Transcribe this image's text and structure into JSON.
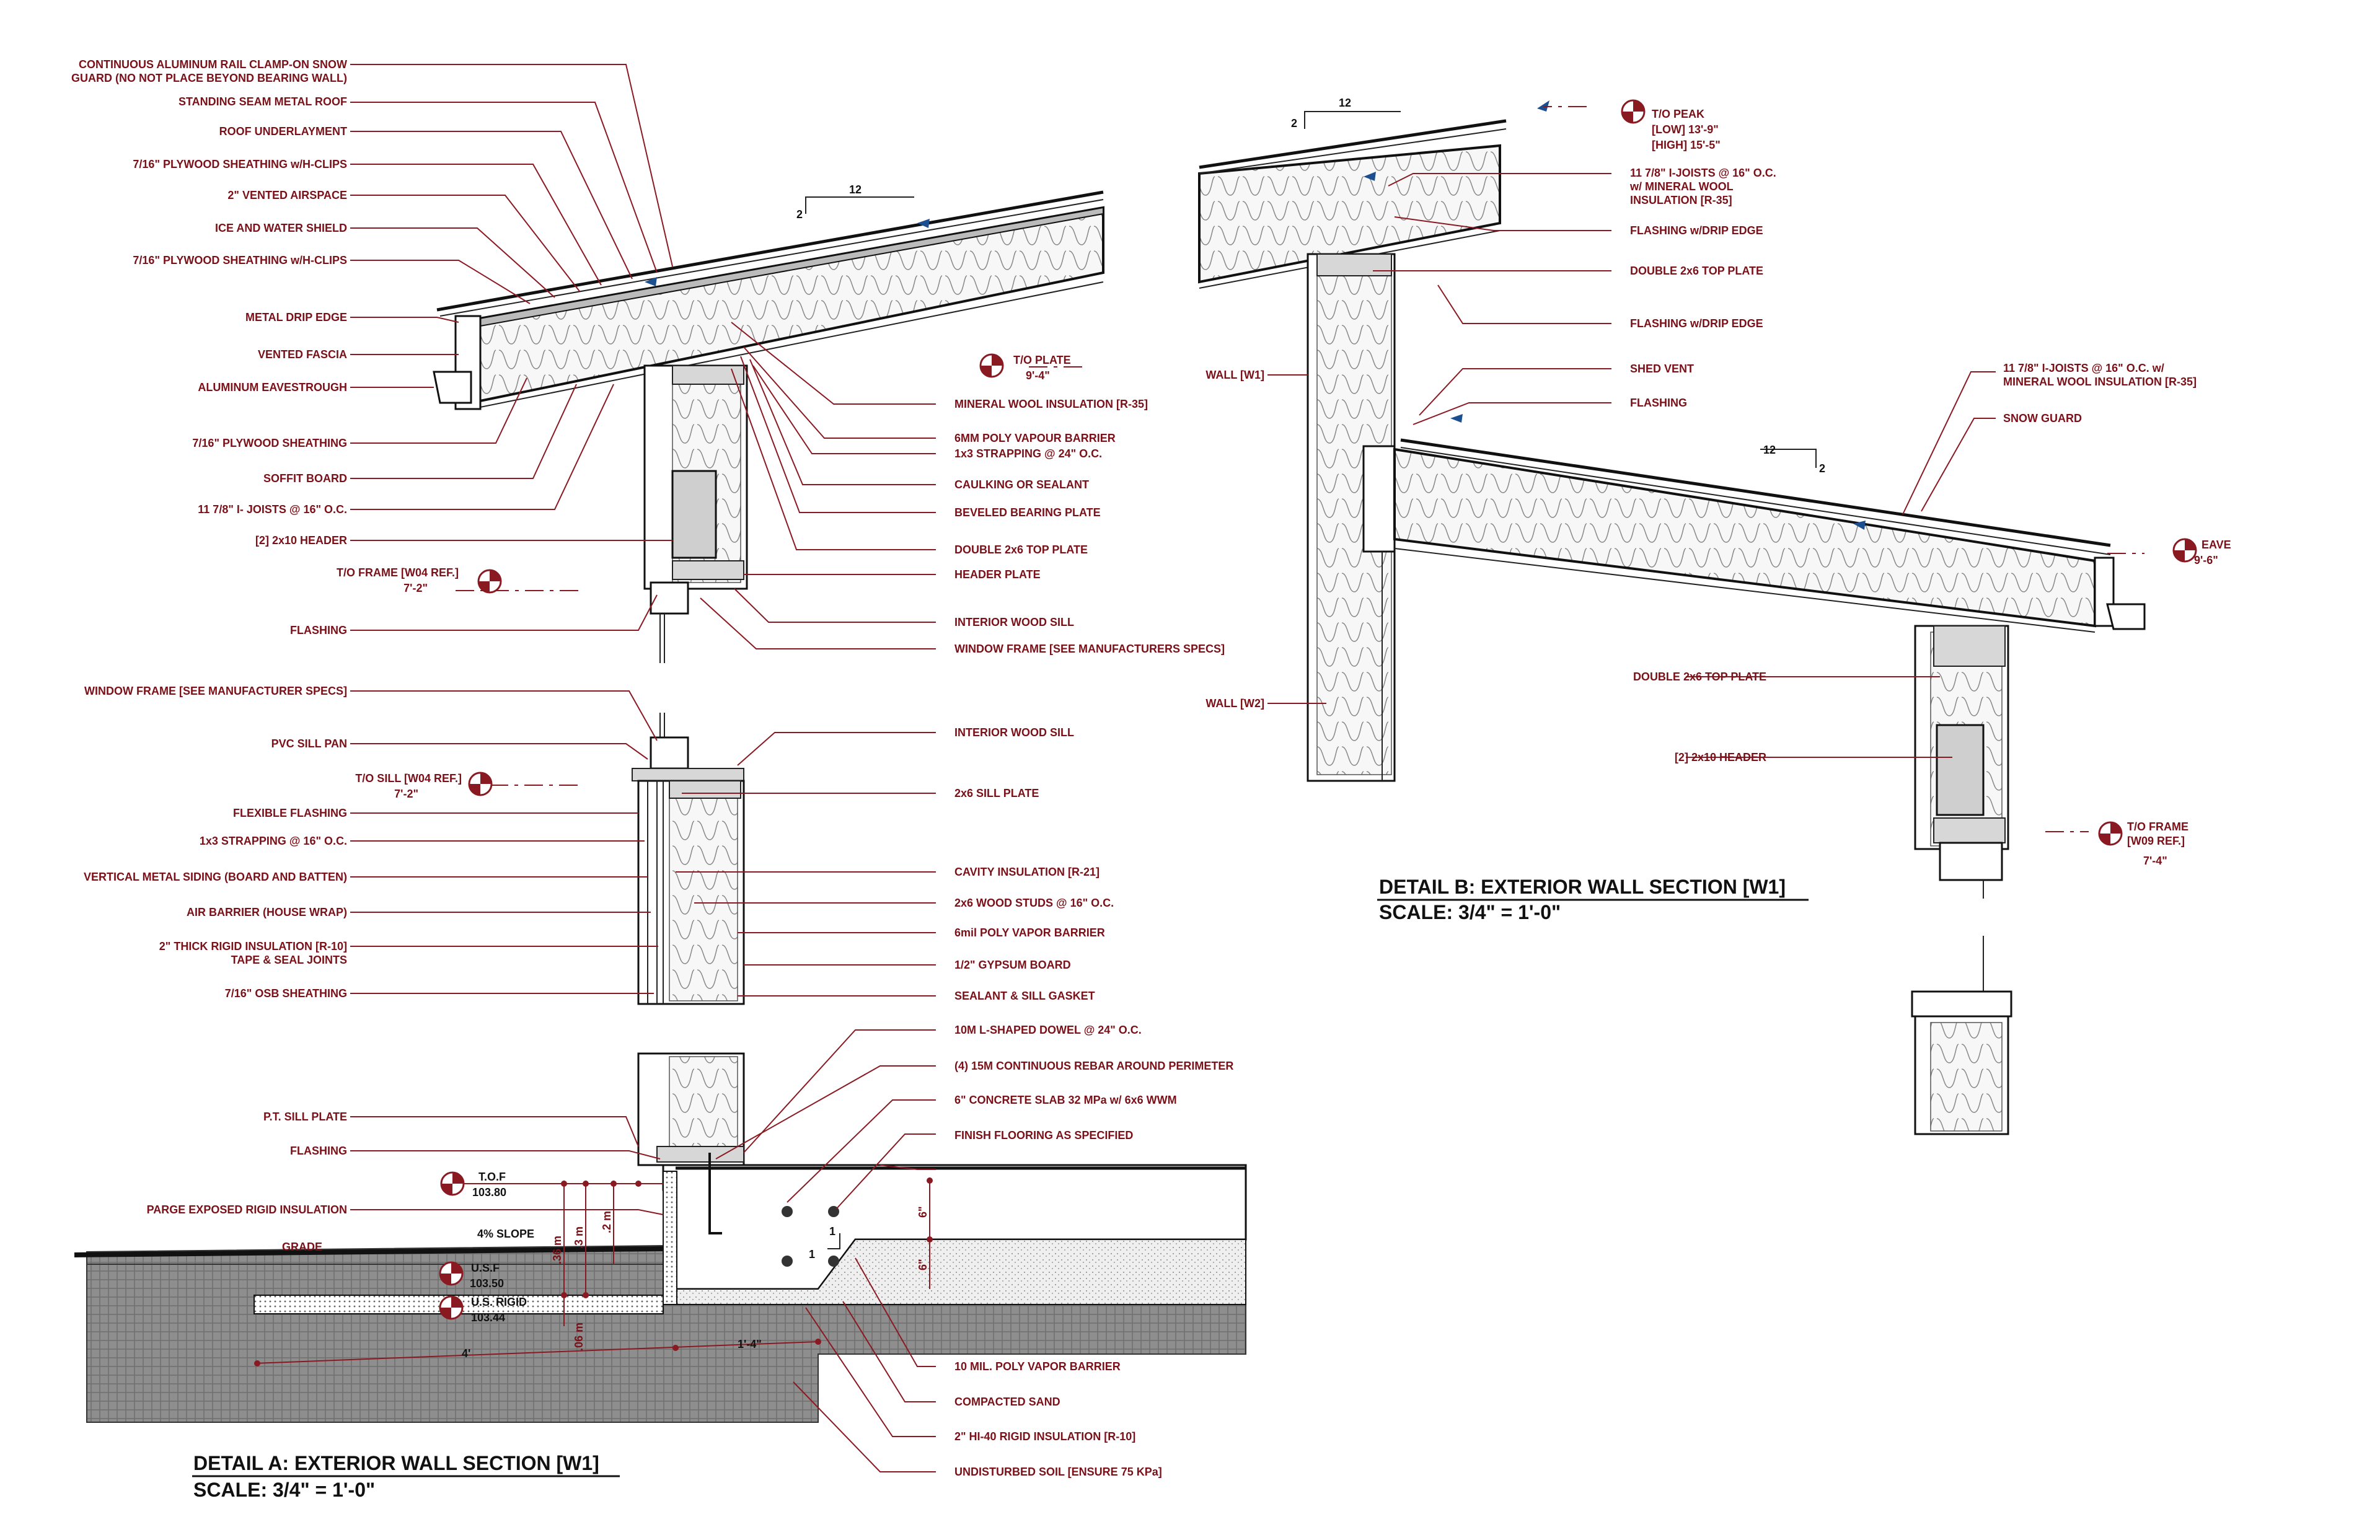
{
  "detail_a": {
    "title": "DETAIL A: EXTERIOR WALL SECTION [W1]",
    "scale": "SCALE: 3/4\" = 1'-0\"",
    "roof_labels_left": [
      "CONTINUOUS ALUMINUM RAIL CLAMP-ON SNOW",
      "GUARD (NO NOT PLACE BEYOND BEARING WALL)",
      "STANDING SEAM METAL ROOF",
      "ROOF UNDERLAYMENT",
      "7/16\" PLYWOOD SHEATHING w/H-CLIPS",
      "2\" VENTED AIRSPACE",
      "ICE AND WATER SHIELD",
      "7/16\" PLYWOOD SHEATHING w/H-CLIPS",
      "METAL DRIP EDGE",
      "VENTED FASCIA",
      "ALUMINUM EAVESTROUGH",
      "7/16\" PLYWOOD SHEATHING",
      "SOFFIT BOARD",
      "11 7/8\" I- JOISTS @ 16\" O.C.",
      "[2] 2x10 HEADER"
    ],
    "frame_ref": {
      "label": "T/O FRAME [W04 REF.]",
      "value": "7'-2\""
    },
    "flashing_upper": "FLASHING",
    "roof_labels_right": [
      "MINERAL WOOL INSULATION [R-35]",
      "6MM POLY VAPOUR BARRIER",
      "1x3 STRAPPING @ 24\" O.C.",
      "CAULKING OR SEALANT",
      "BEVELED BEARING PLATE",
      "DOUBLE 2x6 TOP PLATE",
      "HEADER PLATE",
      "INTERIOR WOOD SILL",
      "WINDOW FRAME [SEE MANUFACTURERS SPECS]"
    ],
    "top_plate": {
      "label": "T/O PLATE",
      "value": "9'-4\""
    },
    "slope_top": {
      "rise": "2",
      "run": "12"
    },
    "wall_labels_left": [
      "WINDOW FRAME [SEE MANUFACTURER SPECS]",
      "PVC SILL PAN",
      "FLEXIBLE FLASHING",
      "1x3 STRAPPING @ 16\" O.C.",
      "VERTICAL METAL SIDING (BOARD AND BATTEN)",
      "AIR BARRIER (HOUSE WRAP)",
      "2\" THICK RIGID INSULATION [R-10]",
      "TAPE & SEAL JOINTS",
      "7/16\" OSB SHEATHING"
    ],
    "sill_ref": {
      "label": "T/O SILL [W04 REF.]",
      "value": "7'-2\""
    },
    "wall_labels_right": [
      "INTERIOR WOOD SILL",
      "2x6 SILL PLATE",
      "CAVITY INSULATION [R-21]",
      "2x6 WOOD STUDS @ 16\" O.C.",
      "6mil POLY VAPOR BARRIER",
      "1/2\" GYPSUM BOARD",
      "SEALANT & SILL GASKET",
      "10M L-SHAPED DOWEL @ 24\" O.C.",
      "(4) 15M CONTINUOUS REBAR AROUND PERIMETER",
      "6\" CONCRETE SLAB 32 MPa w/ 6x6 WWM",
      "FINISH FLOORING AS SPECIFIED"
    ],
    "found_labels_left": [
      "P.T. SILL PLATE",
      "FLASHING",
      "PARGE EXPOSED RIGID INSULATION",
      "GRADE"
    ],
    "tof": {
      "label": "T.O.F",
      "value": "103.80"
    },
    "usf": {
      "label": "U.S.F",
      "value": "103.50"
    },
    "usrigid": {
      "label": "U.S. RIGID",
      "value": "103.44"
    },
    "slope_grade": "4% SLOPE",
    "dims": {
      "d36": ".36 m",
      "d3": ".3 m",
      "d2": ".2 m",
      "d06": ".06 m",
      "d4": "4'",
      "d14": "1'-4\"",
      "d6a": "6\"",
      "d6b": "6\"",
      "one_a": "1",
      "one_b": "1"
    },
    "found_labels_right": [
      "10 MIL. POLY VAPOR BARRIER",
      "COMPACTED SAND",
      "2\" HI-40 RIGID INSULATION [R-10]",
      "UNDISTURBED SOIL [ENSURE 75 KPa]"
    ]
  },
  "detail_b": {
    "title": "DETAIL B: EXTERIOR WALL SECTION [W1]",
    "scale": "SCALE: 3/4\" = 1'-0\"",
    "peak": {
      "label": "T/O PEAK",
      "low": "[LOW] 13'-9\"",
      "high": "[HIGH] 15'-5\""
    },
    "slope_top": {
      "rise": "2",
      "run": "12"
    },
    "slope_low": {
      "rise": "2",
      "run": "12"
    },
    "labels": [
      "11 7/8\" I-JOISTS @ 16\" O.C.",
      "w/ MINERAL WOOL",
      "INSULATION [R-35]",
      "FLASHING w/DRIP EDGE",
      "DOUBLE 2x6 TOP PLATE",
      "FLASHING w/DRIP EDGE",
      "SHED VENT",
      "FLASHING",
      "11 7/8\" I-JOISTS @ 16\" O.C. w/",
      "MINERAL WOOL INSULATION [R-35]",
      "SNOW GUARD",
      "DOUBLE 2x6 TOP PLATE",
      "[2] 2x10 HEADER"
    ],
    "wall_w1": "WALL [W1]",
    "wall_w2": "WALL [W2]",
    "eave": {
      "label": "EAVE",
      "value": "9'-6\""
    },
    "frame_ref": {
      "label": "T/O FRAME",
      "ref": "[W09 REF.]",
      "value": "7'-4\""
    }
  },
  "colors": {
    "accent": "#7a1018",
    "arrow": "#1b4f8f",
    "ink": "#111111"
  }
}
